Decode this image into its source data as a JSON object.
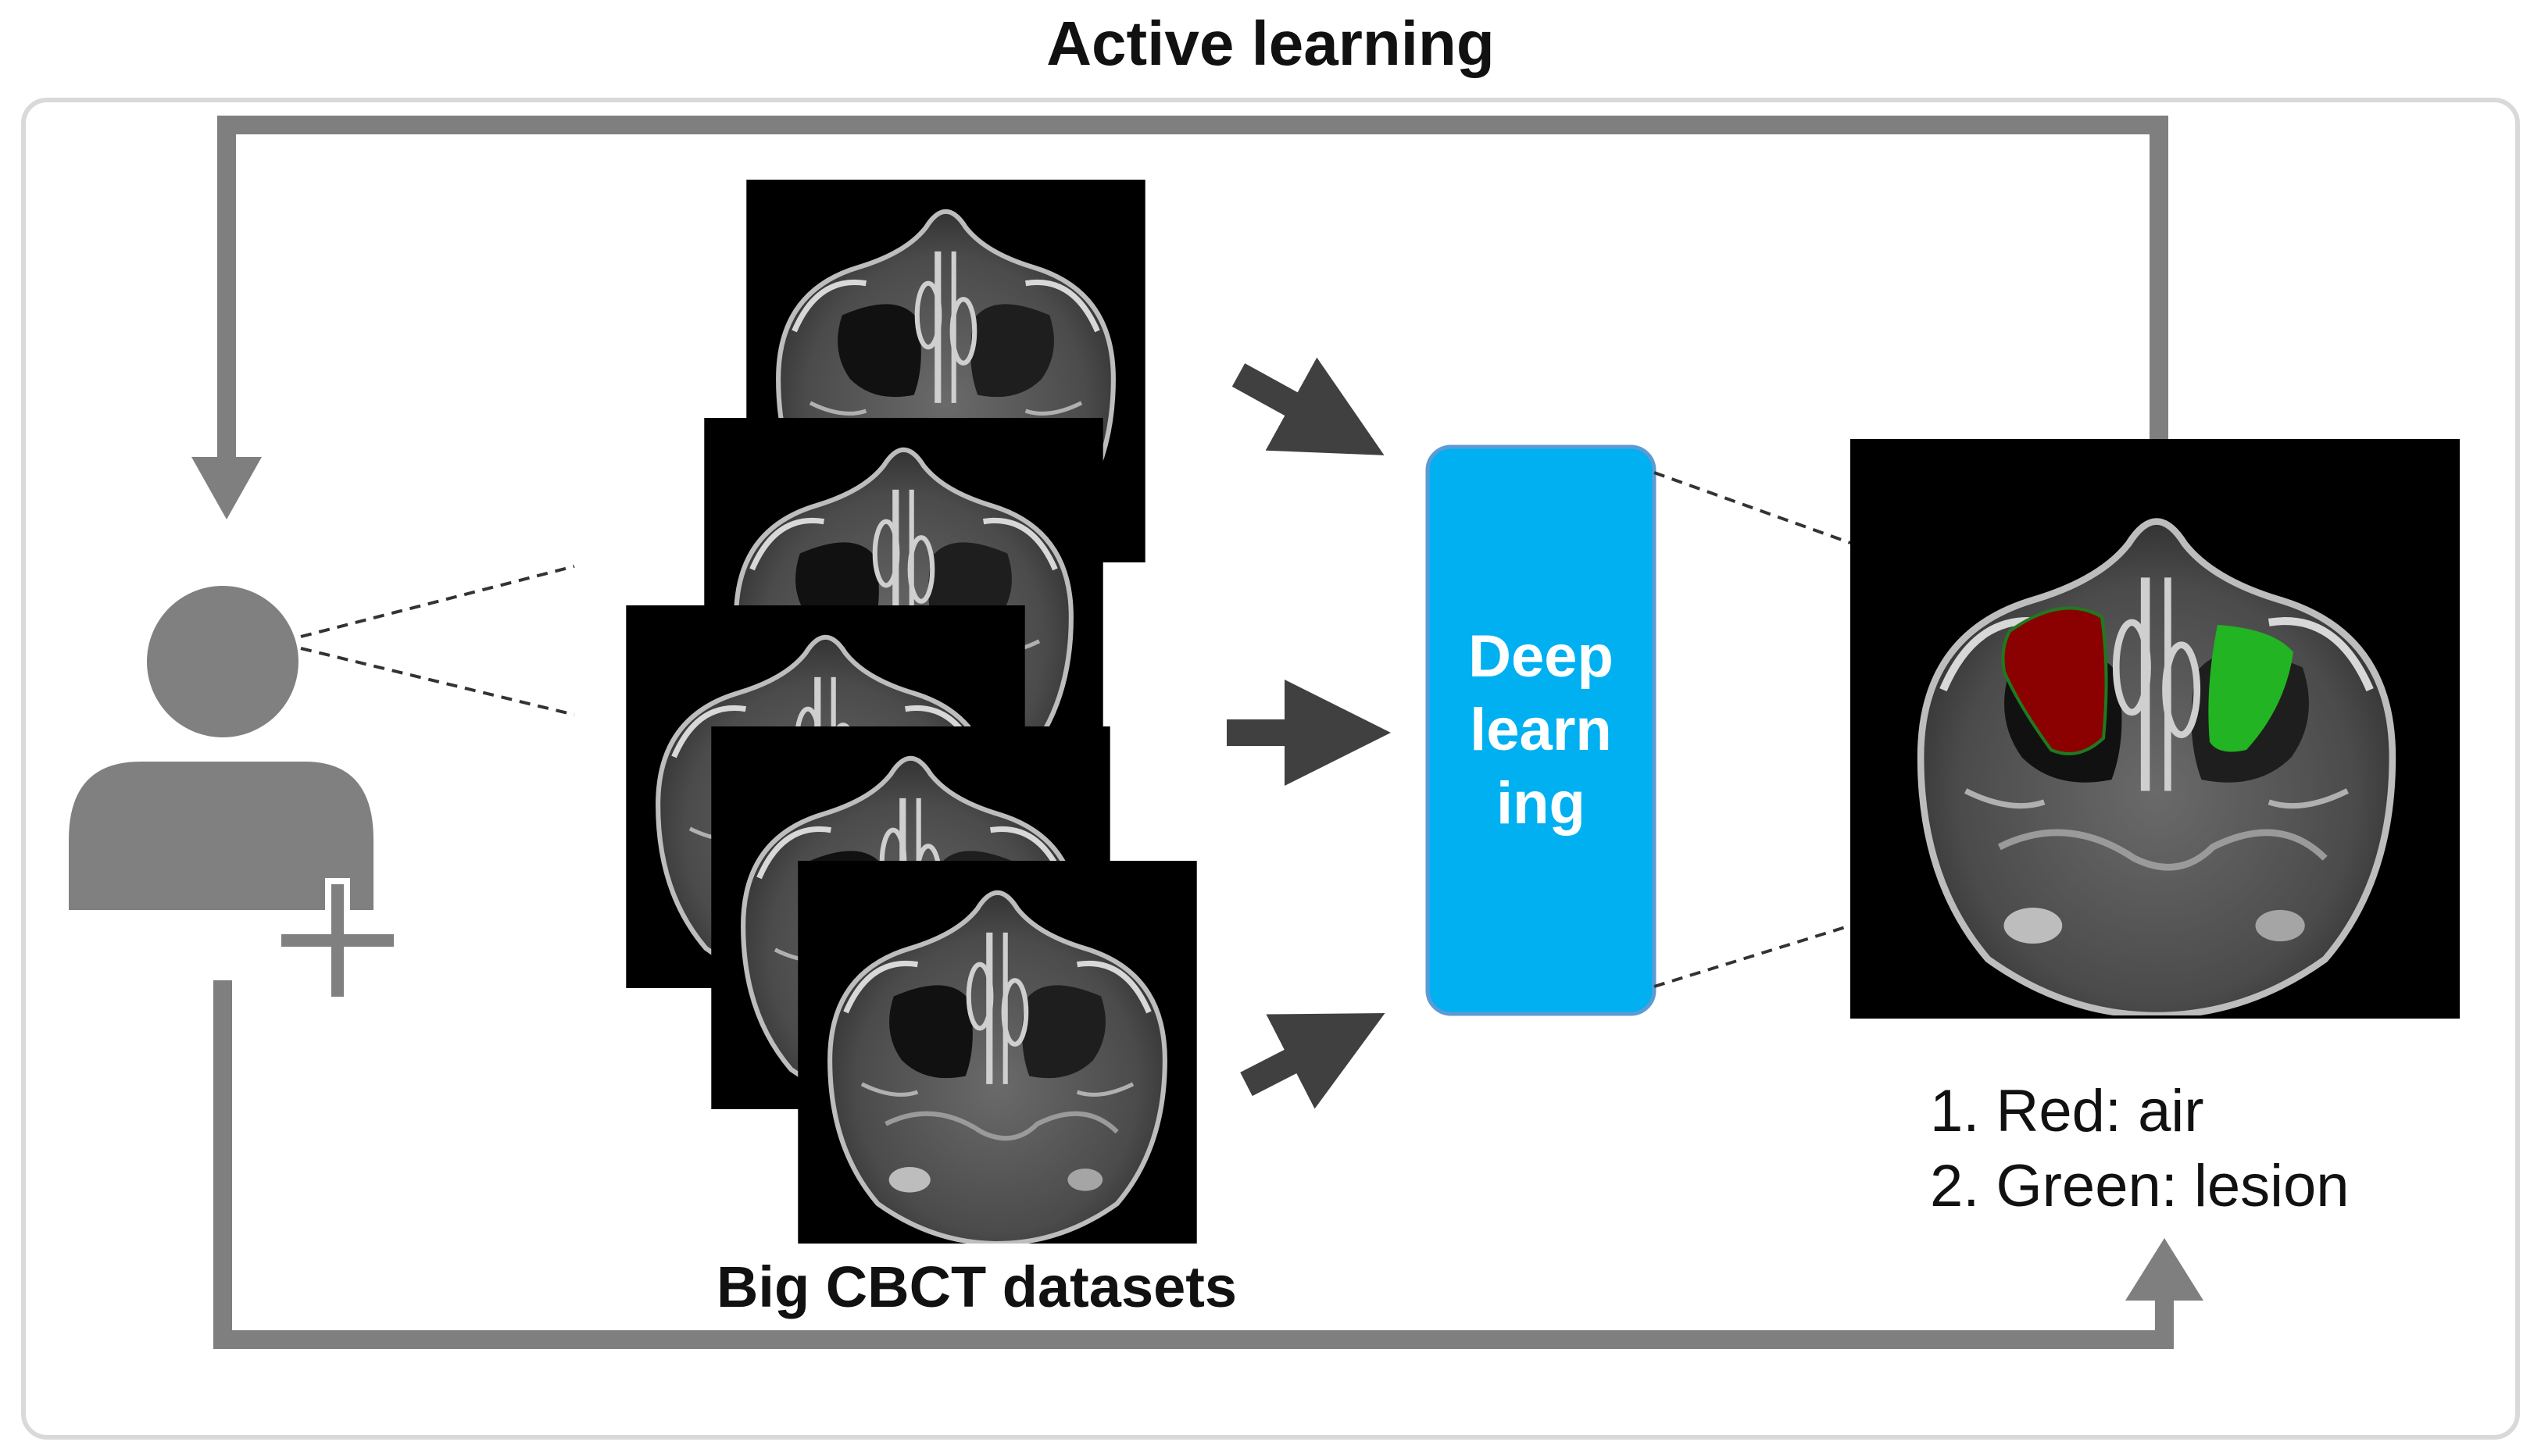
{
  "title": "Active learning",
  "dataset_label": "Big CBCT datasets",
  "model_box": {
    "label": "Deep\nlearn\ning",
    "color": "#00B0F0"
  },
  "legend": {
    "items": [
      "1. Red: air",
      "2. Green: lesion"
    ]
  },
  "colors": {
    "flow_arrow": "#7f7f7f",
    "input_arrow": "#404040",
    "user_icon": "#808080",
    "air_mask": "#8B0000",
    "lesion_mask": "#22B422",
    "frame": "#d9d9d9"
  },
  "icons": {
    "user": "user-plus-icon",
    "scans": "cbct-axial-slice-icon"
  }
}
